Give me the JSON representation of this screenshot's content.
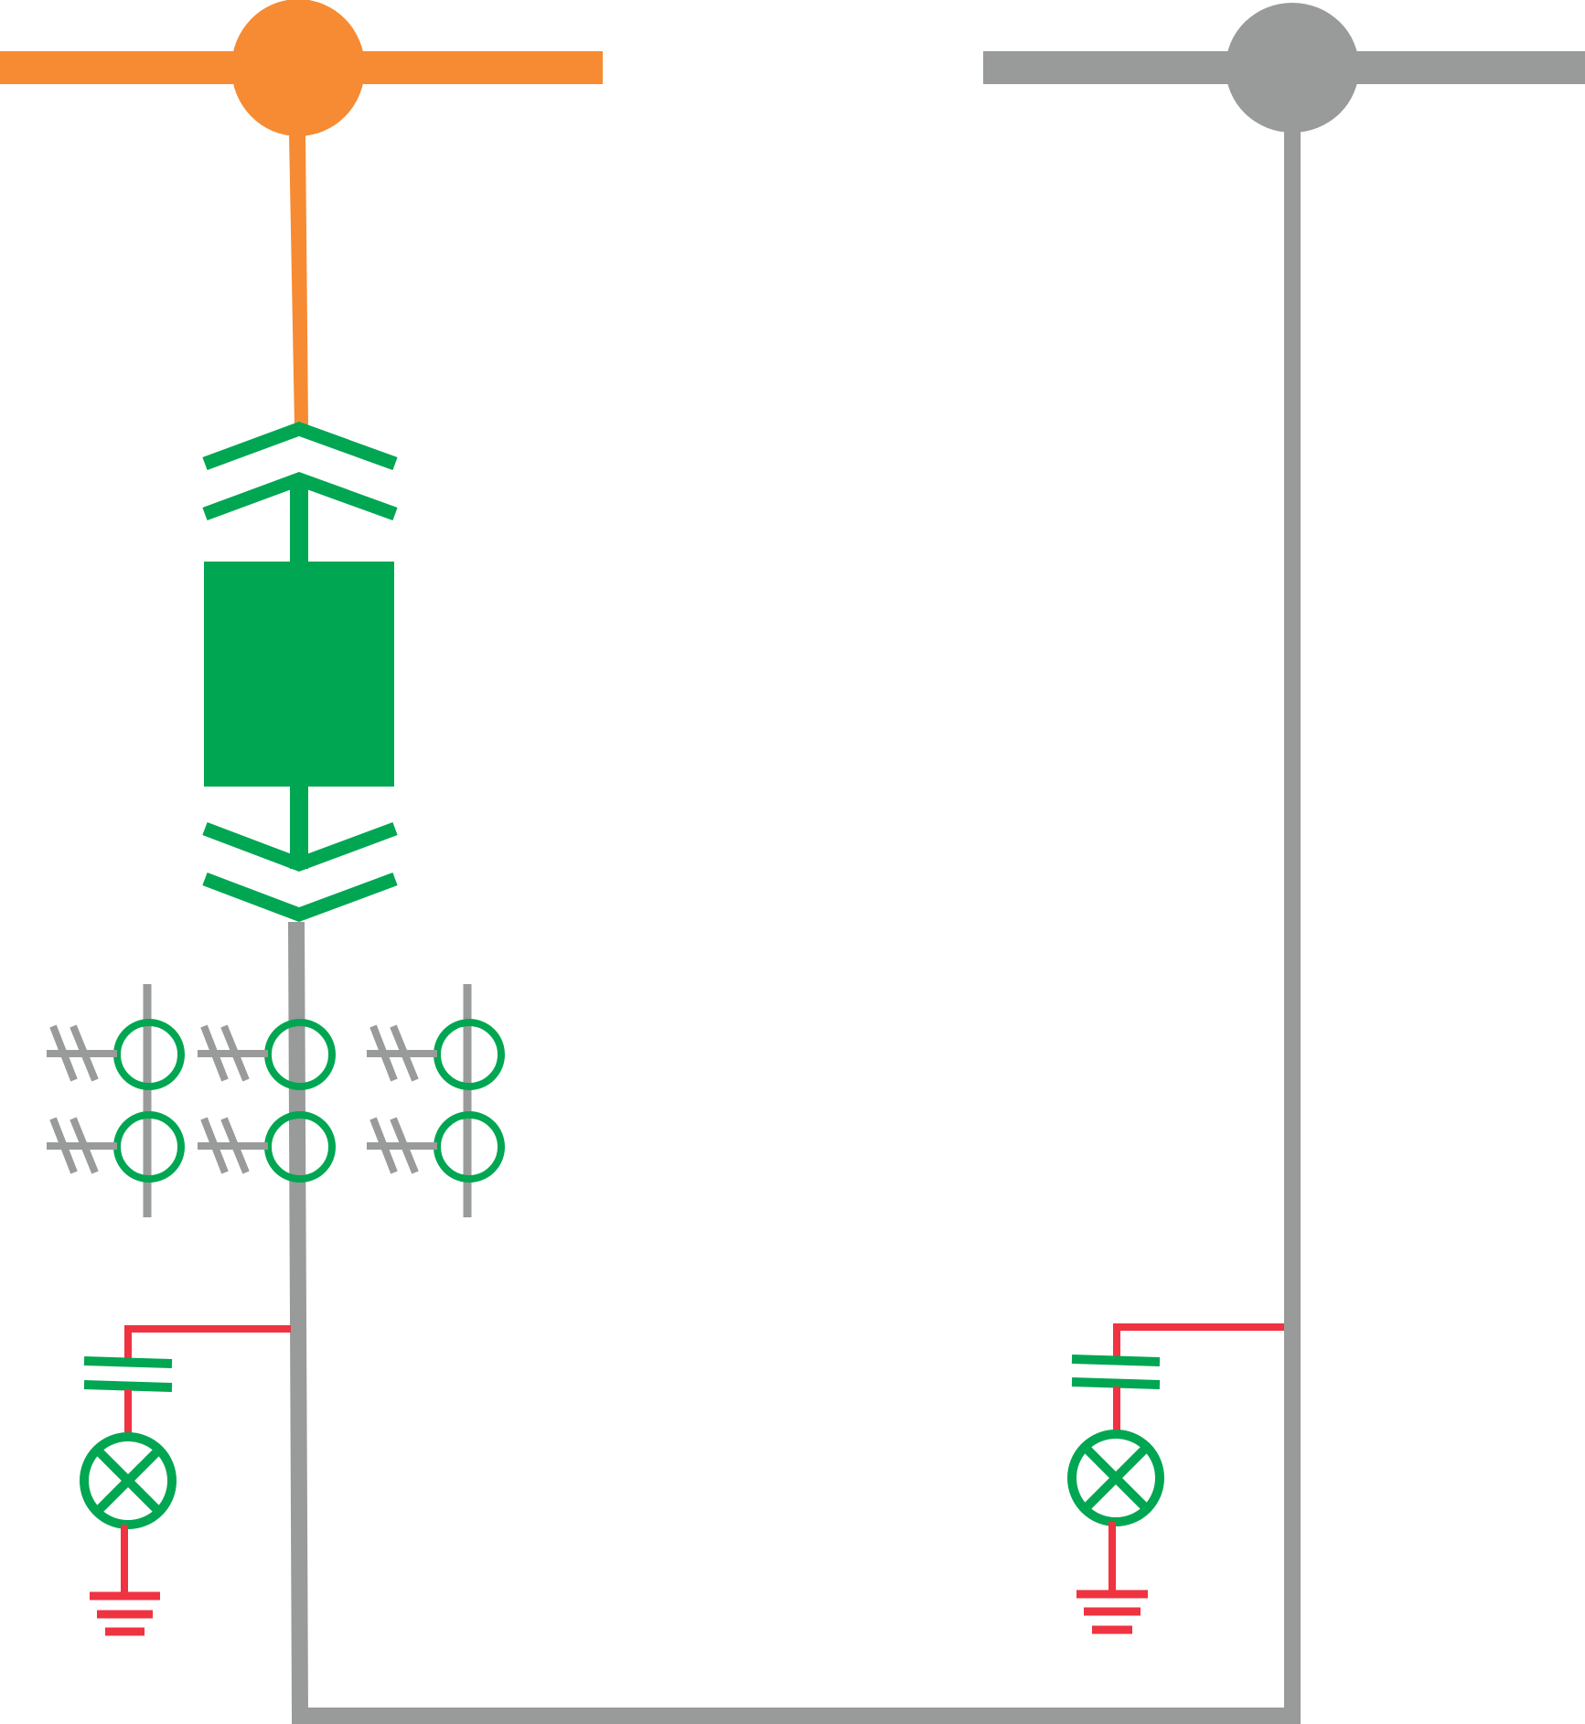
{
  "colors": {
    "incoming_bus": "#F68B33",
    "outgoing_bus": "#999A9A",
    "breaker": "#00A651",
    "indicator_circuit": "#EF3340",
    "background": "#FFFFFF"
  },
  "components": {
    "left_busbar_node": "orange-busbar-node",
    "right_busbar_node": "gray-busbar-node",
    "circuit_breaker": "withdrawable-circuit-breaker",
    "current_transformers": {
      "count": 6,
      "secondary_cores_per_unit": 2
    },
    "voltage_indicators": 2,
    "earth_symbols": 2
  }
}
